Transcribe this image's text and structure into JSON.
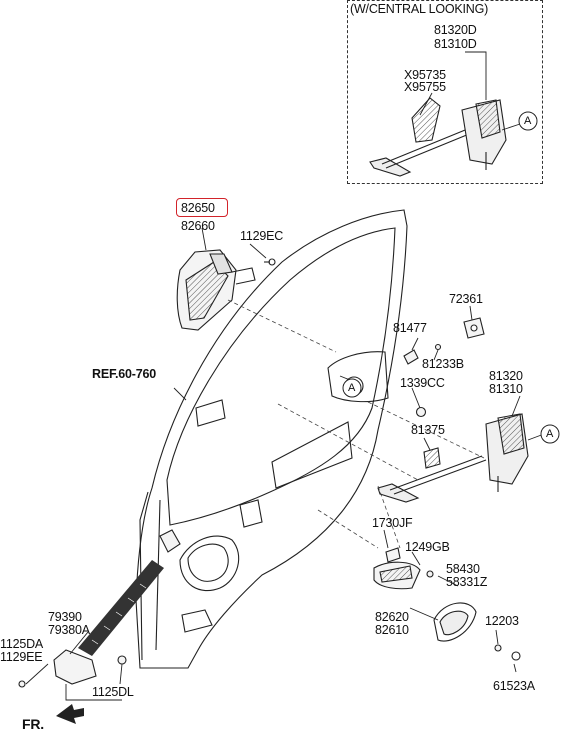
{
  "inset": {
    "title": "(W/CENTRAL LOOKING)"
  },
  "labels": {
    "p81320D": "81320D",
    "p81310D": "81310D",
    "pX95735": "X95735",
    "pX95755": "X95755",
    "callout_a_top": "A",
    "p82650": "82650",
    "p82660": "82660",
    "p1129EC": "1129EC",
    "ref": "REF.60-760",
    "p72361": "72361",
    "p81477": "81477",
    "p81233B": "81233B",
    "p1339CC": "1339CC",
    "p81320": "81320",
    "p81310": "81310",
    "p81375": "81375",
    "callout_a_left": "A",
    "callout_a_right": "A",
    "p1730JF": "1730JF",
    "p1249GB": "1249GB",
    "p58430": "58430",
    "p58331Z": "58331Z",
    "p82620": "82620",
    "p82610": "82610",
    "p12203": "12203",
    "p61523A": "61523A",
    "p79390": "79390",
    "p79380A": "79380A",
    "p1125DA": "1125DA",
    "p1129EE": "1129EE",
    "p1125DL": "1125DL",
    "fr": "FR."
  },
  "colors": {
    "highlight": "#d2232a",
    "line": "#222222"
  }
}
